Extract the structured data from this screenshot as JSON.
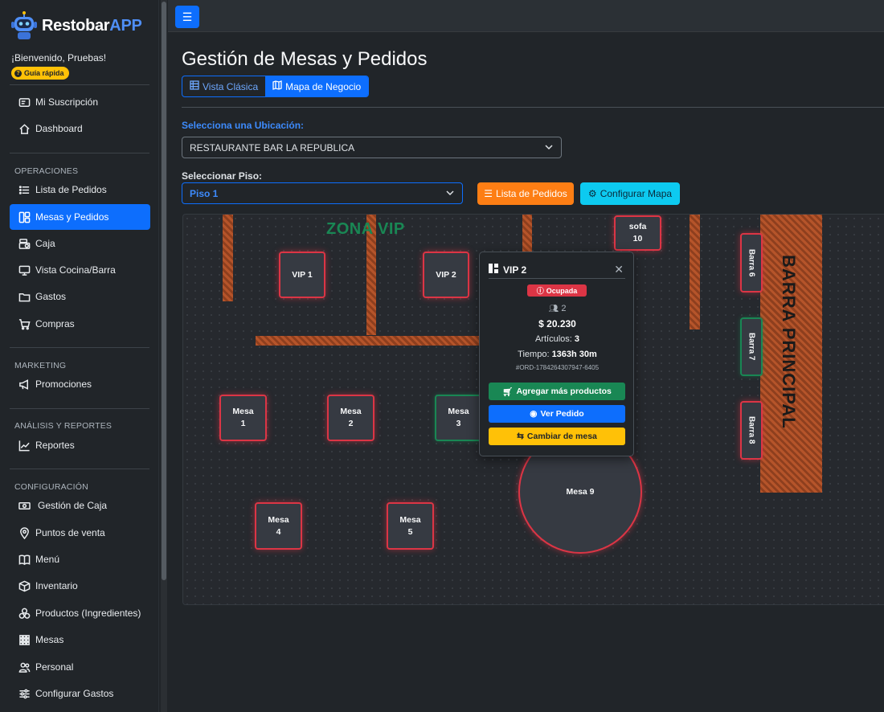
{
  "brand": {
    "name_a": "Restobar",
    "name_b": "APP"
  },
  "sidebar": {
    "welcome": "¡Bienvenido, Pruebas!",
    "guide": "Guía rápida",
    "top_items": [
      {
        "label": "Mi Suscripción",
        "icon": "id-card-icon"
      },
      {
        "label": "Dashboard",
        "icon": "home-icon"
      }
    ],
    "sections": [
      {
        "title": "OPERACIONES",
        "items": [
          {
            "label": "Lista de Pedidos",
            "icon": "list-icon"
          },
          {
            "label": "Mesas y Pedidos",
            "icon": "layout-icon",
            "active": true
          },
          {
            "label": "Caja",
            "icon": "cash-register-icon"
          },
          {
            "label": "Vista Cocina/Barra",
            "icon": "monitor-icon"
          },
          {
            "label": "Gastos",
            "icon": "folder-icon"
          },
          {
            "label": "Compras",
            "icon": "cart-icon"
          }
        ]
      },
      {
        "title": "MARKETING",
        "items": [
          {
            "label": "Promociones",
            "icon": "megaphone-icon"
          }
        ]
      },
      {
        "title": "ANÁLISIS Y REPORTES",
        "items": [
          {
            "label": "Reportes",
            "icon": "chart-line-icon"
          }
        ]
      },
      {
        "title": "CONFIGURACIÓN",
        "items": [
          {
            "label": "Gestión de Caja",
            "icon": "cash-icon"
          },
          {
            "label": "Puntos de venta",
            "icon": "map-pin-icon"
          },
          {
            "label": "Menú",
            "icon": "book-icon"
          },
          {
            "label": "Inventario",
            "icon": "box-icon"
          },
          {
            "label": "Productos (Ingredientes)",
            "icon": "ingredients-icon"
          },
          {
            "label": "Mesas",
            "icon": "grid-icon"
          },
          {
            "label": "Personal",
            "icon": "people-icon"
          },
          {
            "label": "Configurar Gastos",
            "icon": "sliders-icon"
          }
        ]
      }
    ]
  },
  "main": {
    "title": "Gestión de Mesas y Pedidos",
    "tabs": [
      {
        "label": "Vista Clásica"
      },
      {
        "label": "Mapa de Negocio"
      }
    ],
    "location_label": "Selecciona una Ubicación:",
    "location_value": "RESTAURANTE BAR LA REPUBLICA",
    "floor_label": "Seleccionar Piso:",
    "floor_value": "Piso 1",
    "orders_button": "Lista de Pedidos",
    "config_button": "Configurar Mapa"
  },
  "map": {
    "zone_label": "ZONA VIP",
    "bar_label": "BARRA PRINCIPAL",
    "tables": [
      {
        "name": "VIP 1",
        "status": "ocupada"
      },
      {
        "name": "VIP 2",
        "status": "ocupada"
      },
      {
        "name": "sofa",
        "num": "10",
        "status": "ocupada"
      },
      {
        "name": "Mesa",
        "num": "1",
        "status": "ocupada"
      },
      {
        "name": "Mesa",
        "num": "2",
        "status": "ocupada"
      },
      {
        "name": "Mesa",
        "num": "3",
        "status": "libre"
      },
      {
        "name": "Mesa",
        "num": "4",
        "status": "ocupada"
      },
      {
        "name": "Mesa",
        "num": "5",
        "status": "ocupada"
      },
      {
        "name": "Mesa 9",
        "status": "ocupada"
      },
      {
        "name": "Barra 6",
        "status": "ocupada"
      },
      {
        "name": "Barra 7",
        "status": "libre"
      },
      {
        "name": "Barra 8",
        "status": "ocupada"
      }
    ]
  },
  "popup": {
    "title": "VIP 2",
    "status": "Ocupada",
    "people": "2",
    "total": "$ 20.230",
    "items_label": "Artículos:",
    "items_value": "3",
    "time_label": "Tiempo:",
    "time_value": "1363h 30m",
    "order_id": "#ORD-1784264307947-6405",
    "btn_add": "Agregar más productos",
    "btn_view": "Ver Pedido",
    "btn_change": "Cambiar de mesa"
  },
  "colors": {
    "primary": "#0d6efd",
    "danger": "#dc3545",
    "success": "#198754",
    "warning": "#ffc107",
    "orange": "#fd7e14",
    "info": "#0dcaf0"
  }
}
